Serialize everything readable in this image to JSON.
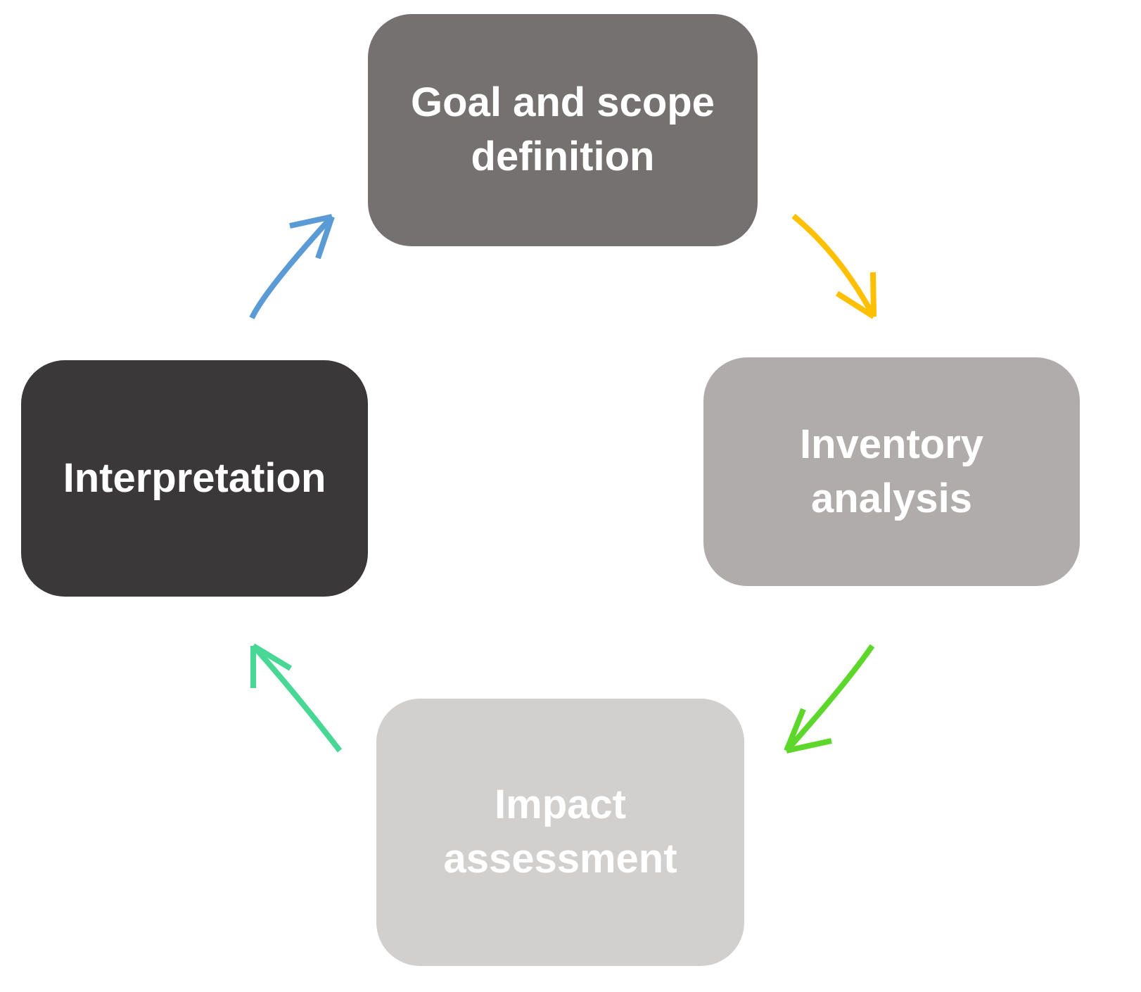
{
  "diagram": {
    "background_color": "#FFFFFF",
    "text_color": "#FFFFFF",
    "nodes": [
      {
        "id": "goal-scope",
        "label": "Goal and scope definition",
        "bg": "#747170",
        "text_color": "#FFFFFF"
      },
      {
        "id": "inventory",
        "label": "Inventory analysis",
        "bg": "#AFACAB",
        "text_color": "#FFFFFF"
      },
      {
        "id": "impact",
        "label": "Impact assessment",
        "bg": "#D1D0CF",
        "text_color": "#FFFFFF"
      },
      {
        "id": "interpretation",
        "label": "Interpretation",
        "bg": "#3A3838",
        "text_color": "#FFFFFF"
      }
    ],
    "arrows": [
      {
        "from": "goal-scope",
        "to": "inventory",
        "color": "#FFC000",
        "style": "curved-open-head"
      },
      {
        "from": "inventory",
        "to": "impact",
        "color": "#5ED72C",
        "style": "curved-open-head"
      },
      {
        "from": "impact",
        "to": "interpretation",
        "color": "#49D795",
        "style": "curved-open-head"
      },
      {
        "from": "interpretation",
        "to": "goal-scope",
        "color": "#5B9BD5",
        "style": "curved-open-head"
      }
    ]
  }
}
